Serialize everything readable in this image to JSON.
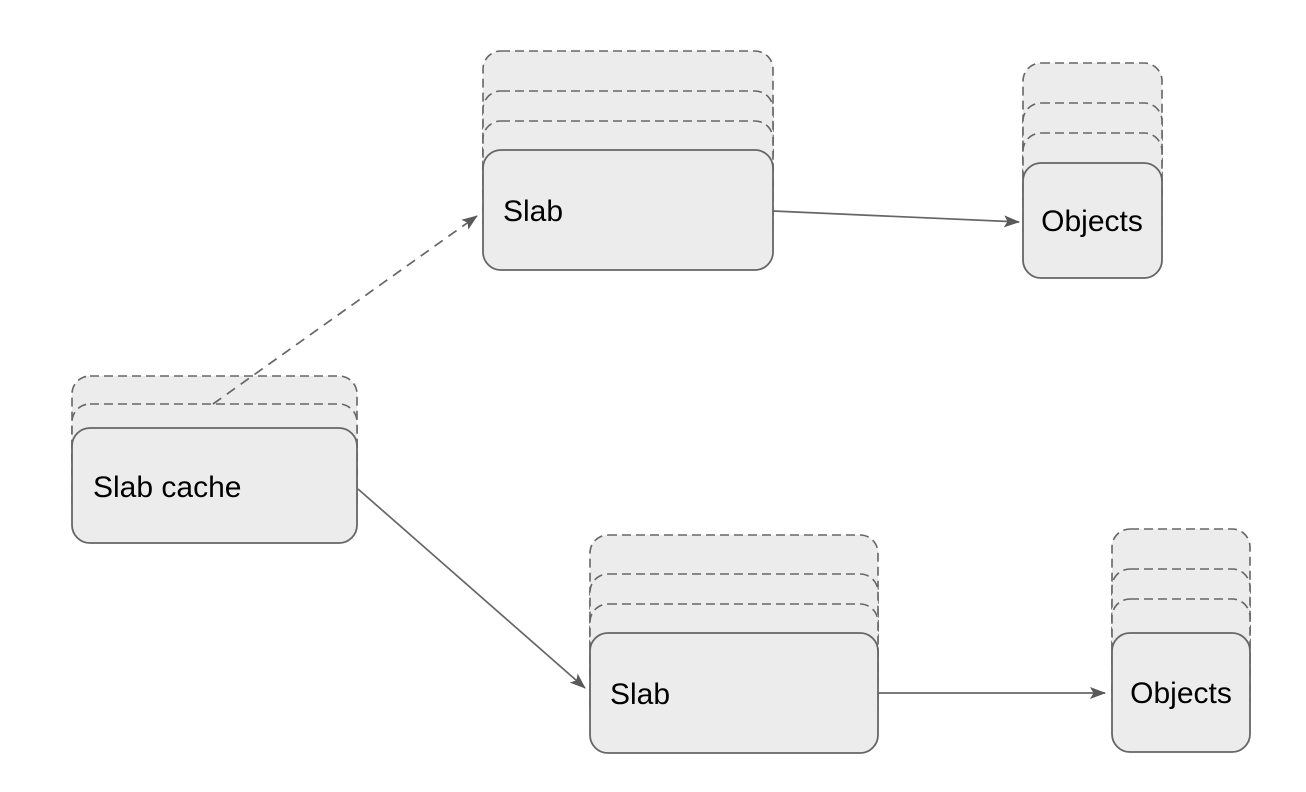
{
  "diagram": {
    "background_color": "#ffffff",
    "colors": {
      "node_fill": "#ececec",
      "node_stroke": "#666666",
      "edge_color": "#666666",
      "arrowhead_fill": "#595959",
      "text_color": "#000000"
    },
    "nodes": [
      {
        "id": "slab-cache",
        "label": "Slab cache",
        "stacked_copies": 3,
        "stack_style": "dashed",
        "text_align": "left"
      },
      {
        "id": "slab-top",
        "label": "Slab",
        "stacked_copies": 4,
        "stack_style": "dashed",
        "text_align": "left"
      },
      {
        "id": "slab-bottom",
        "label": "Slab",
        "stacked_copies": 4,
        "stack_style": "dashed",
        "text_align": "left"
      },
      {
        "id": "objects-top",
        "label": "Objects",
        "stacked_copies": 4,
        "stack_style": "dashed",
        "text_align": "center"
      },
      {
        "id": "objects-bottom",
        "label": "Objects",
        "stacked_copies": 4,
        "stack_style": "dashed",
        "text_align": "center"
      }
    ],
    "edges": [
      {
        "from": "slab-cache",
        "to": "slab-top",
        "style": "dashed",
        "arrow": "end"
      },
      {
        "from": "slab-cache",
        "to": "slab-bottom",
        "style": "solid",
        "arrow": "end"
      },
      {
        "from": "slab-top",
        "to": "objects-top",
        "style": "solid",
        "arrow": "end"
      },
      {
        "from": "slab-bottom",
        "to": "objects-bottom",
        "style": "solid",
        "arrow": "end"
      }
    ]
  }
}
